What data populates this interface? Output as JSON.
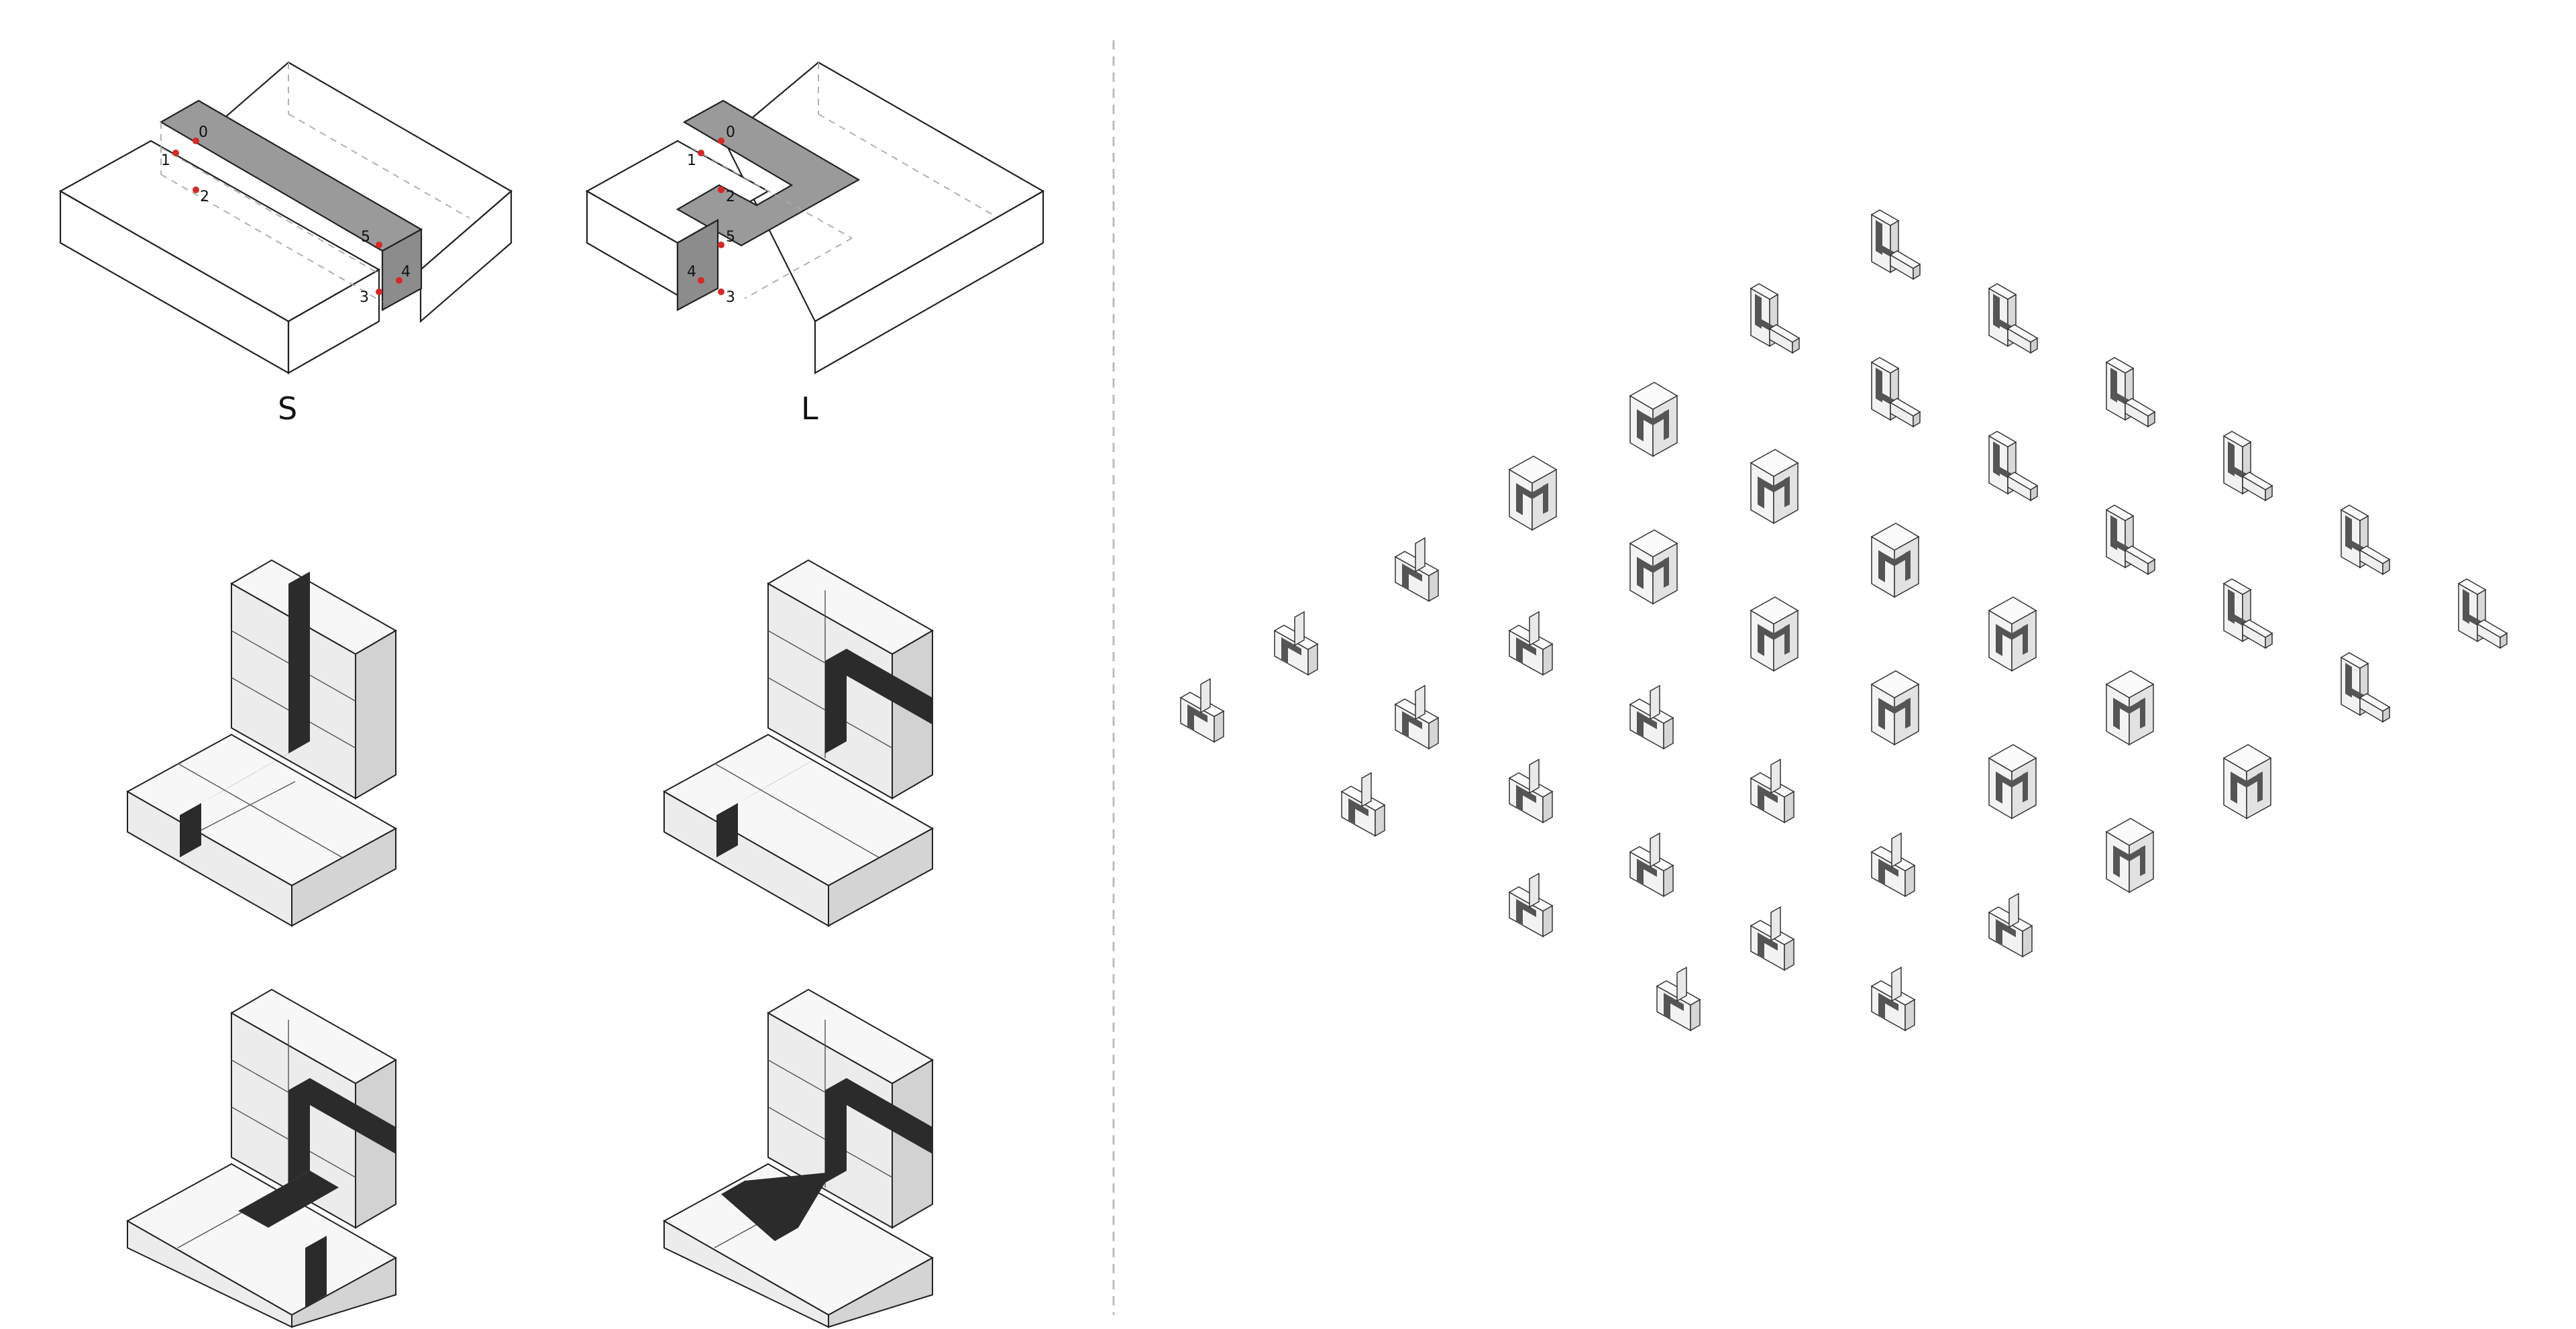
{
  "diagram": {
    "left_panel": {
      "type_labels": [
        "S",
        "L"
      ],
      "s_points": [
        "0",
        "1",
        "2",
        "3",
        "4",
        "5"
      ],
      "l_points": [
        "0",
        "1",
        "2",
        "3",
        "4",
        "5"
      ]
    },
    "colors": {
      "background": "#ffffff",
      "block_face": "#ffffff",
      "block_side": "#e6e6e6",
      "block_top": "#f4f4f4",
      "path_fill": "#9a9a9a",
      "dark_band": "#2b2b2b",
      "point_marker": "#d62828",
      "divider": "#bdbdbd",
      "outline": "#222222"
    }
  }
}
